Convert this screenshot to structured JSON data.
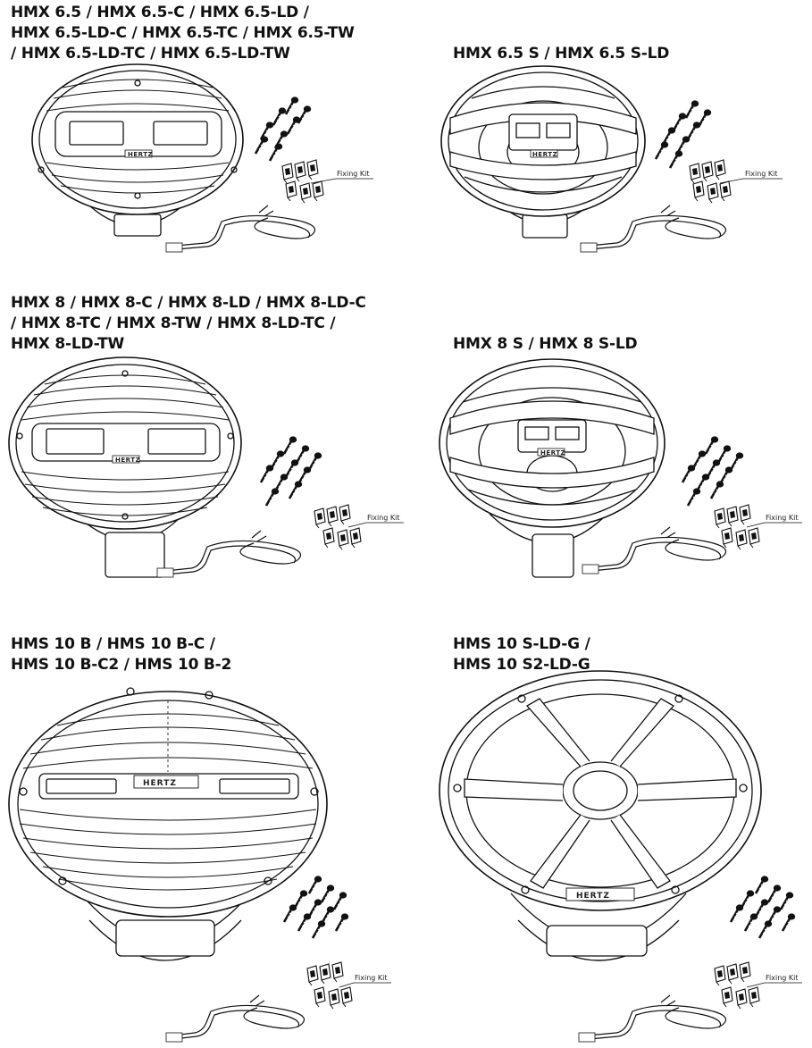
{
  "fixing_kit_label": "Fixing Kit",
  "brand_logo": "HERTZ",
  "products": [
    {
      "id": "hmx65",
      "title_lines": [
        "HMX 6.5 / HMX 6.5-C / HMX 6.5-LD /",
        "HMX 6.5-LD-C / HMX 6.5-TC / HMX 6.5-TW",
        "/ HMX 6.5-LD-TC / HMX 6.5-LD-TW"
      ]
    },
    {
      "id": "hmx65s",
      "title_lines": [
        "HMX 6.5 S / HMX 6.5 S-LD"
      ]
    },
    {
      "id": "hmx8",
      "title_lines": [
        "HMX 8 / HMX 8-C / HMX 8-LD / HMX 8-LD-C",
        "/ HMX 8-TC / HMX 8-TW / HMX 8-LD-TC /",
        "HMX 8-LD-TW"
      ]
    },
    {
      "id": "hmx8s",
      "title_lines": [
        "HMX 8 S / HMX 8 S-LD"
      ]
    },
    {
      "id": "hms10b",
      "title_lines": [
        "HMS 10 B / HMS 10 B-C /",
        "HMS 10 B-C2 / HMS 10 B-2"
      ]
    },
    {
      "id": "hms10s",
      "title_lines": [
        "HMS 10 S-LD-G /",
        "HMS 10 S2-LD-G"
      ]
    }
  ]
}
